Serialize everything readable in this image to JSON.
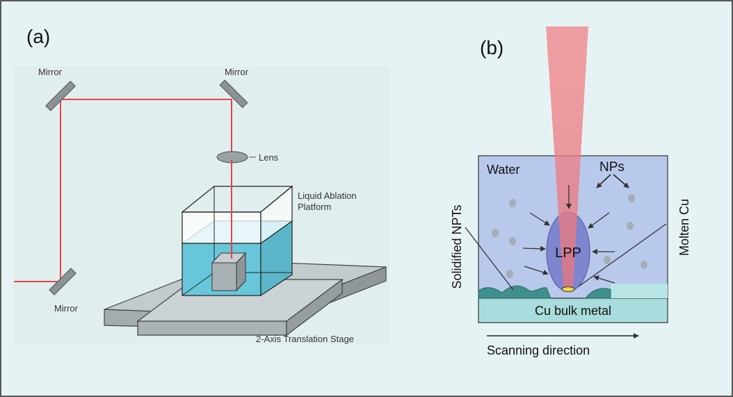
{
  "panel_a": {
    "label": "(a)",
    "mirror_top_left": "Mirror",
    "mirror_top_right": "Mirror",
    "mirror_bottom_left": "Mirror",
    "lens": "Lens",
    "platform_line1": "Liquid Ablation",
    "platform_line2": "Platform",
    "stage": "2-Axis Translation Stage"
  },
  "panel_b": {
    "label": "(b)",
    "water": "Water",
    "nps": "NPs",
    "lpp": "LPP",
    "solidified_npts": "Solidified NPTs",
    "molten_cu": "Molten Cu",
    "cu_bulk_metal": "Cu bulk metal",
    "scanning_direction": "Scanning direction"
  },
  "colors": {
    "background": "#e6f3f4",
    "laser": "#e8424a",
    "water_tank": "#6cc9dc",
    "stage_gray": "#b9c1c4",
    "water_b": "#b9c9ec",
    "lpp_purple": "#7d86cf",
    "bulk_metal": "#a9dcdc",
    "solidified": "#3f8f8c"
  }
}
